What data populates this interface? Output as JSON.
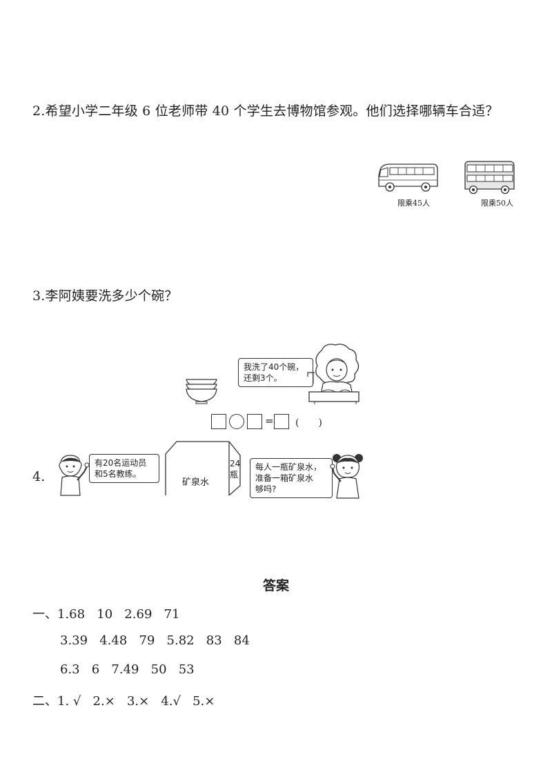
{
  "q2": {
    "text": "2.希望小学二年级 6 位老师带 40 个学生去博物馆参观。他们选择哪辆车合适？",
    "bus1_caption": "限乘45人",
    "bus2_caption": "限乘50人"
  },
  "q3": {
    "text": "3.李阿姨要洗多少个碗？",
    "bubble": "我洗了40个碗，\n还剩3个。",
    "equals": "=",
    "paren": "(　　)"
  },
  "q4": {
    "number": "4.",
    "bubble_left": "有20名运动员\n和5名教练。",
    "box_label": "矿泉水",
    "box_count": "24\n瓶",
    "bubble_right": "每人一瓶矿泉水，\n准备一箱矿泉水\n够吗?"
  },
  "answers": {
    "title": "答案",
    "lines": [
      "一、1.68   10   2.69   71",
      "3.39   4.48   79   5.82   83   84",
      "6.3   6   7.49   50   53",
      "二、1. √   2.×   3.×   4.√   5.×"
    ]
  }
}
